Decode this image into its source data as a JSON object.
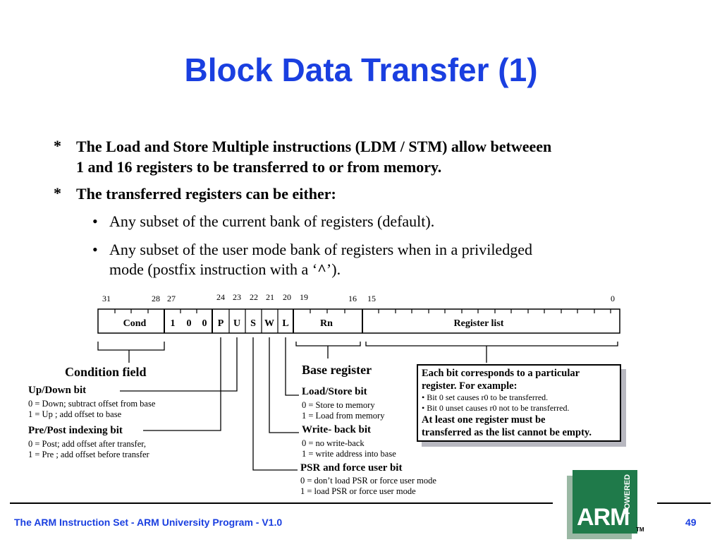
{
  "title": "Block Data Transfer (1)",
  "bullets": [
    {
      "marker": "*",
      "line1": "The Load and Store Multiple instructions (LDM / STM) allow betweeen",
      "line2": "1 and 16 registers to be transferred to or from memory."
    },
    {
      "marker": "*",
      "line1": "The transferred registers can be either:"
    }
  ],
  "subbullets": [
    {
      "marker": "•",
      "line1": "Any subset of the current bank of registers (default)."
    },
    {
      "marker": "•",
      "line1": "Any subset of the user mode bank of registers when in a priviledged",
      "line2_pre": "mode (postfix instruction with a ‘",
      "line2_caret": "^",
      "line2_post": "’)."
    }
  ],
  "bit_numbers": [
    "31",
    "28",
    "27",
    "24",
    "23",
    "22",
    "21",
    "20",
    "19",
    "16",
    "15",
    "0"
  ],
  "fields": [
    "Cond",
    "1",
    "0",
    "0",
    "P",
    "U",
    "S",
    "W",
    "L",
    "Rn",
    "Register list"
  ],
  "labels": {
    "condition": "Condition field",
    "base": "Base register",
    "updown_title": "Up/Down bit",
    "updown_0": "0 = Down; subtract offset from base",
    "updown_1": "1 = Up ; add offset to base",
    "prepost_title": "Pre/Post indexing bit",
    "prepost_0": "0 = Post; add offset after transfer,",
    "prepost_1": "1 = Pre ; add offset before transfer",
    "loadstore_title": "Load/Store bit",
    "loadstore_0": "0 = Store to memory",
    "loadstore_1": "1 = Load from memory",
    "writeback_title": "Write- back bit",
    "writeback_0": "0 = no write-back",
    "writeback_1": "1 = write address into base",
    "psr_title": "PSR and force user bit",
    "psr_0": "0 = don’t load PSR or force user mode",
    "psr_1": "1 = load PSR or force user mode"
  },
  "callout": {
    "line1": "Each bit corresponds to a particular",
    "line2": "register. For example:",
    "line3": "• Bit 0 set causes r0 to be transferred.",
    "line4": "• Bit 0 unset causes r0 not to be transferred.",
    "line5": "At least one register must be",
    "line6": "transferred as the list cannot be empty."
  },
  "footer": {
    "left": "The ARM Instruction Set - ARM University Program - V1.0",
    "page": "49"
  },
  "logo": {
    "text": "ARM",
    "powered": "POWERED",
    "tm": "TM"
  },
  "colors": {
    "title": "#1a3fe0",
    "footer": "#1a3fe0",
    "logo": "#1f7a4a"
  }
}
